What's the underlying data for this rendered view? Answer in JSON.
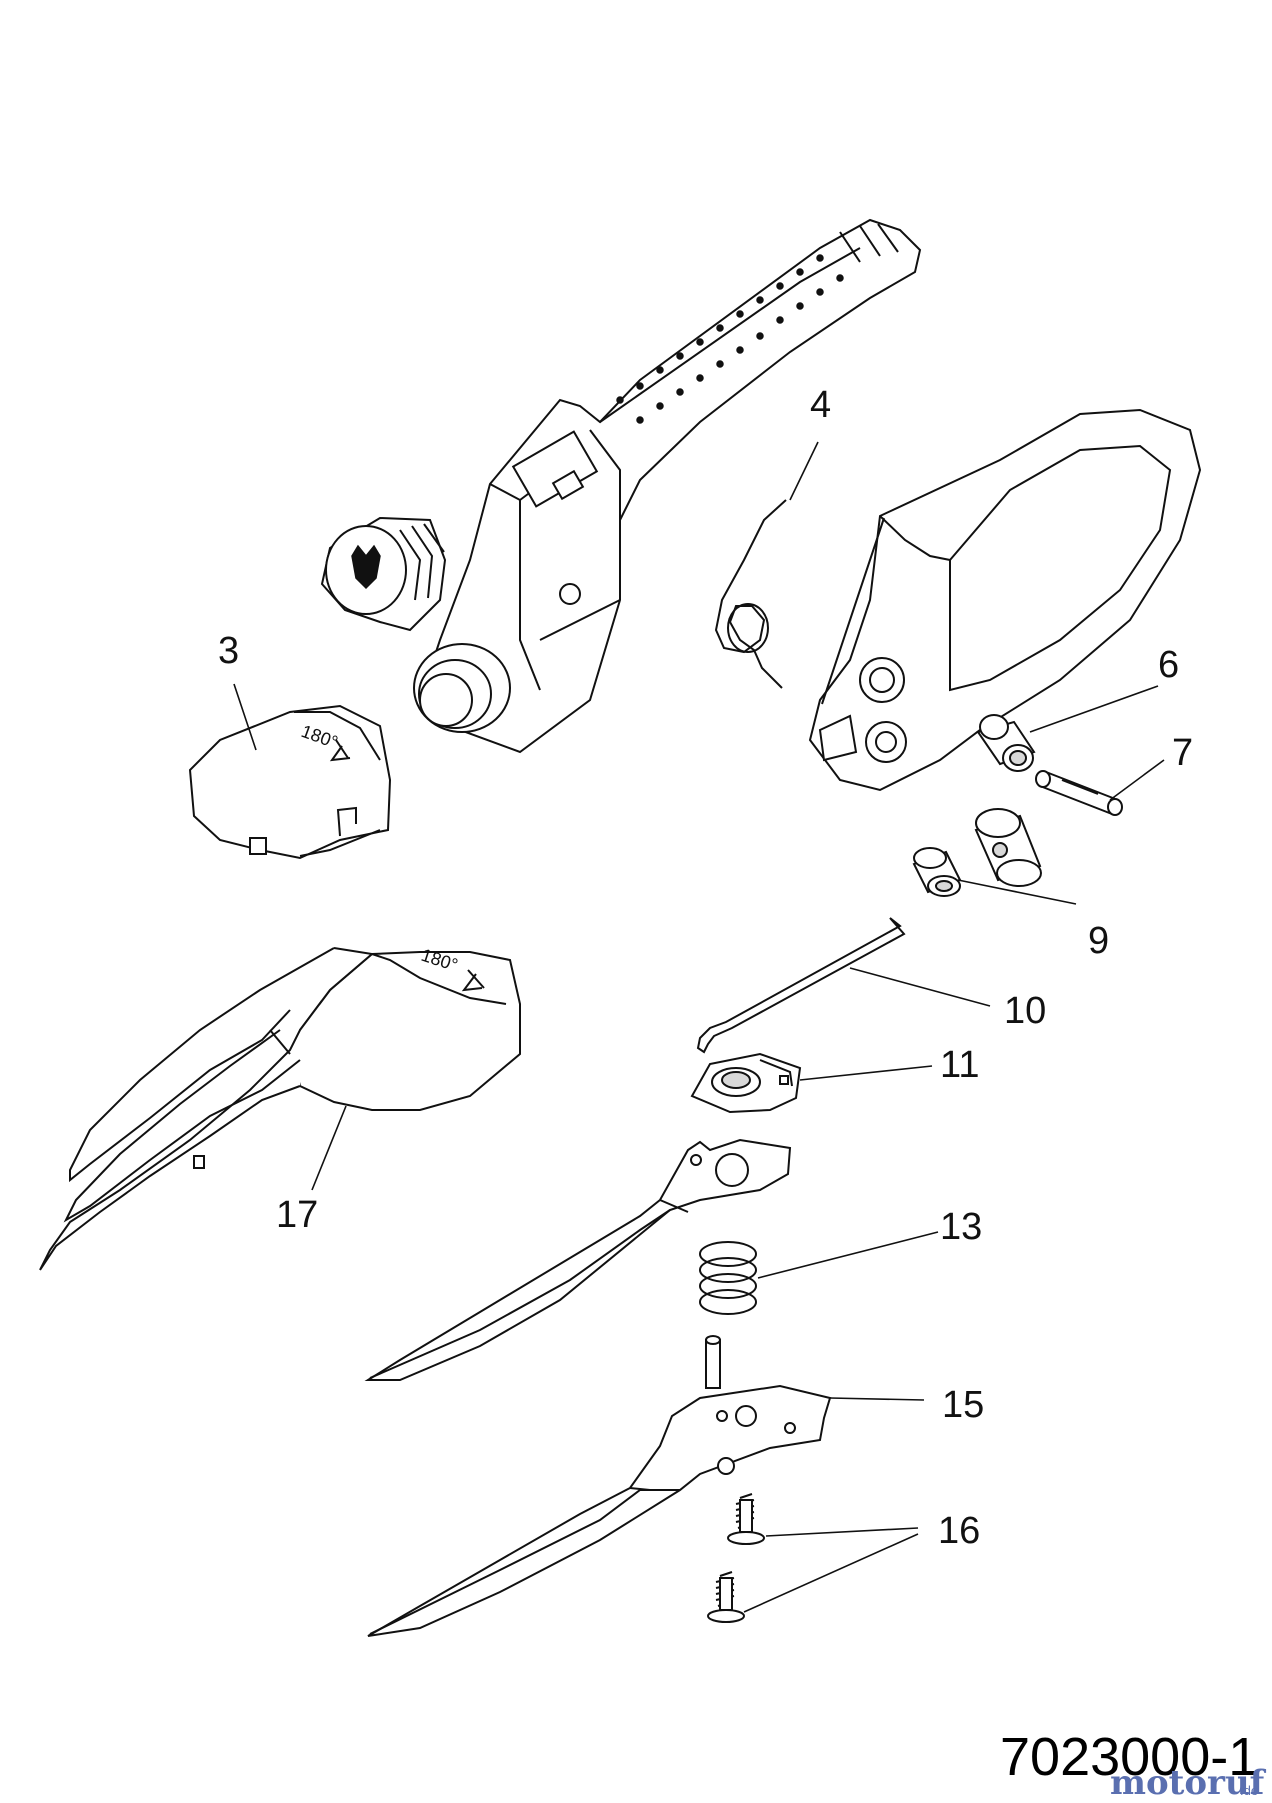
{
  "labels": {
    "l3": "3",
    "l4": "4",
    "l6": "6",
    "l7": "7",
    "l9": "9",
    "l10": "10",
    "l11": "11",
    "l13": "13",
    "l15": "15",
    "l16": "16",
    "l17": "17"
  },
  "part_marking": "180°",
  "drawing_code": "7023000-1",
  "watermark": {
    "text": "motoruf",
    "suffix": ".de",
    "color": "#5a6fb0",
    "accent": "#e0851c"
  }
}
